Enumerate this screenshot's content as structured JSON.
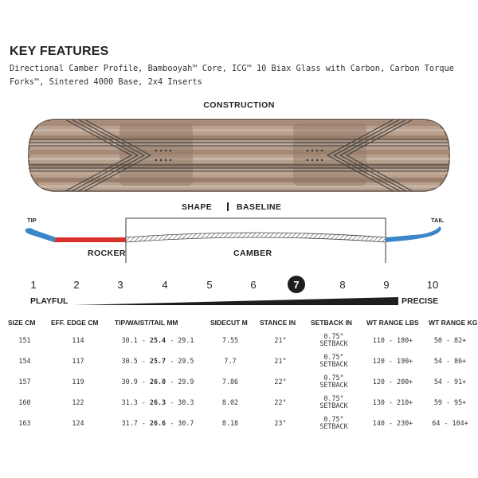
{
  "key_features": {
    "title": "KEY FEATURES",
    "line1": "Directional Camber Profile, Bambooyah™ Core, ICG™ 10 Biax Glass with Carbon, Carbon Torque",
    "line2": "Forks™, Sintered 4000 Base, 2x4 Inserts"
  },
  "construction": {
    "title": "CONSTRUCTION"
  },
  "shape": {
    "left": "SHAPE",
    "right": "BASELINE"
  },
  "profile": {
    "tip": "TIP",
    "tail": "TAIL",
    "rocker": "ROCKER",
    "camber": "CAMBER"
  },
  "flex_scale": {
    "numbers": [
      "1",
      "2",
      "3",
      "4",
      "5",
      "6",
      "7",
      "8",
      "9",
      "10"
    ],
    "selected": 7,
    "left_label": "PLAYFUL",
    "right_label": "PRECISE"
  },
  "colors": {
    "tip_blue": "#3a86c8",
    "rocker_red": "#d8312e",
    "wood": "#b59883"
  },
  "specs": {
    "headers": [
      "SIZE CM",
      "EFF. EDGE CM",
      "TIP/WAIST/TAIL MM",
      "SIDECUT M",
      "STANCE IN",
      "SETBACK IN",
      "WT RANGE LBS",
      "WT RANGE KG"
    ],
    "rows": [
      {
        "size": "151",
        "edge": "114",
        "twt_a": "30.1 - ",
        "twt_b": "25.4",
        "twt_c": " - 29.1",
        "sidecut": "7.55",
        "stance": "21\"",
        "setback_1": "0.75\"",
        "setback_2": "SETBACK",
        "lbs": "110 - 180+",
        "kg": "50 - 82+"
      },
      {
        "size": "154",
        "edge": "117",
        "twt_a": "30.5 - ",
        "twt_b": "25.7",
        "twt_c": " - 29.5",
        "sidecut": "7.7",
        "stance": "21\"",
        "setback_1": "0.75\"",
        "setback_2": "SETBACK",
        "lbs": "120 - 190+",
        "kg": "54 - 86+"
      },
      {
        "size": "157",
        "edge": "119",
        "twt_a": "30.9 - ",
        "twt_b": "26.0",
        "twt_c": " - 29.9",
        "sidecut": "7.86",
        "stance": "22\"",
        "setback_1": "0.75\"",
        "setback_2": "SETBACK",
        "lbs": "120 - 200+",
        "kg": "54 - 91+"
      },
      {
        "size": "160",
        "edge": "122",
        "twt_a": "31.3 - ",
        "twt_b": "26.3",
        "twt_c": " - 30.3",
        "sidecut": "8.02",
        "stance": "22\"",
        "setback_1": "0.75\"",
        "setback_2": "SETBACK",
        "lbs": "130 - 210+",
        "kg": "59 - 95+"
      },
      {
        "size": "163",
        "edge": "124",
        "twt_a": "31.7 - ",
        "twt_b": "26.6",
        "twt_c": " - 30.7",
        "sidecut": "8.18",
        "stance": "23\"",
        "setback_1": "0.75\"",
        "setback_2": "SETBACK",
        "lbs": "140 - 230+",
        "kg": "64 - 104+"
      }
    ]
  }
}
